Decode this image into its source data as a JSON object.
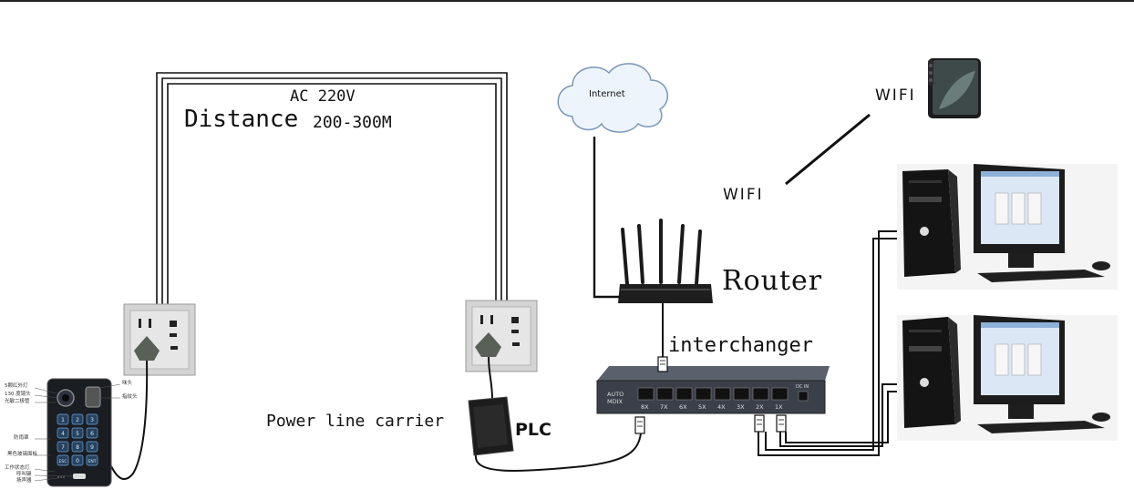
{
  "labels": {
    "ac_voltage": "AC 220V",
    "distance_word": "Distance",
    "distance_range": "200-300M",
    "internet": "Internet",
    "wifi_phone": "WIFI",
    "wifi_router": "WIFI",
    "router": "Router",
    "interchanger": "interchanger",
    "power_line_carrier": "Power line carrier",
    "plc": "PLC"
  },
  "switch": {
    "auto_mdix": "AUTO\nMDIX",
    "dc_in": "DC IN",
    "ports": [
      "8X",
      "7X",
      "6X",
      "5X",
      "4X",
      "3X",
      "2X",
      "1X"
    ]
  },
  "keypad": {
    "keys": [
      "1",
      "2",
      "3",
      "4",
      "5",
      "6",
      "7",
      "8",
      "9",
      "ESC",
      "0",
      "ENT"
    ]
  },
  "device_callouts": {
    "left": [
      "5颗红外灯",
      "130 度镜头",
      "光敏二极管",
      "防雨罩",
      "黑色玻璃面板",
      "工作状态灯",
      "呼叫键",
      "扬声器"
    ],
    "right": [
      "咪头",
      "指纹头"
    ]
  },
  "colors": {
    "line": "#111111",
    "switch_body": "#3a3f4a",
    "panel": "#c9c9c9",
    "cloud": "#eef4fb",
    "cloud_stroke": "#7a96b8"
  }
}
